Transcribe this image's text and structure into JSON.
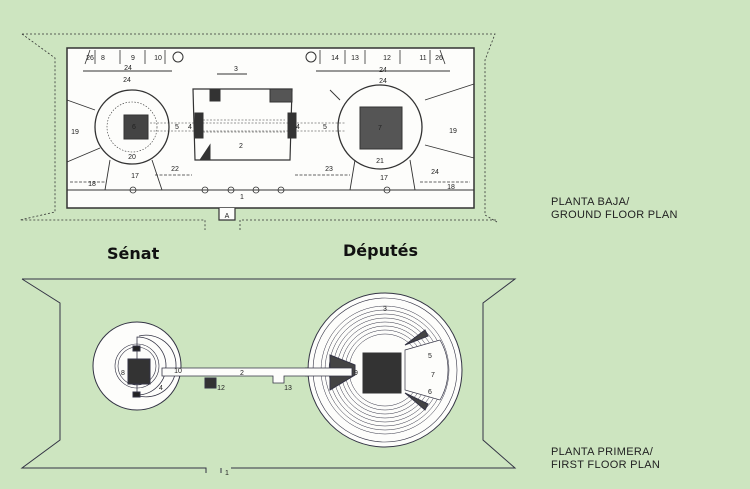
{
  "labels": {
    "senat": "Sénat",
    "deputes": "Députés"
  },
  "ground_floor": {
    "caption_line1": "PLANTA BAJA/",
    "caption_line2": "GROUND FLOOR PLAN",
    "rooms": [
      "26",
      "8",
      "9",
      "10",
      "24",
      "3",
      "24",
      "14",
      "13",
      "12",
      "11",
      "26",
      "24",
      "24",
      "6",
      "5",
      "4",
      "4",
      "5",
      "7",
      "2",
      "19",
      "19",
      "20",
      "21",
      "22",
      "23",
      "17",
      "17",
      "24",
      "18",
      "18",
      "1",
      "A"
    ]
  },
  "first_floor": {
    "caption_line1": "PLANTA PRIMERA/",
    "caption_line2": "FIRST FLOOR PLAN",
    "rooms": [
      "3",
      "8",
      "10",
      "2",
      "12",
      "13",
      "4",
      "9",
      "7",
      "5",
      "6",
      "1"
    ]
  },
  "colors": {
    "background": "#cde5c0",
    "paper": "#ffffff",
    "ink": "#222222"
  }
}
